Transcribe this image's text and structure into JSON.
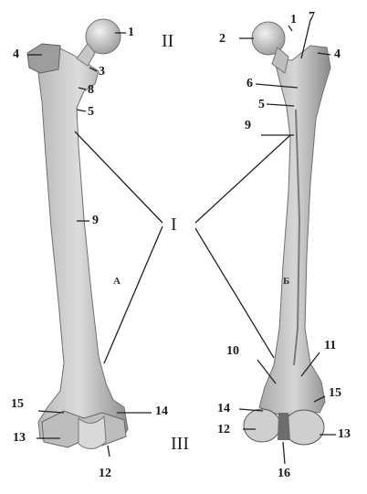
{
  "figure": {
    "roman_labels": {
      "I": "I",
      "II": "II",
      "III": "III"
    },
    "view_letters": {
      "A": "А",
      "B": "Б"
    },
    "left_labels": {
      "l1": "1",
      "l4": "4",
      "l3": "3",
      "l8": "8",
      "l5": "5",
      "l9": "9",
      "l15": "15",
      "l13": "13",
      "l14": "14",
      "l12": "12"
    },
    "right_labels": {
      "r1": "1",
      "r7": "7",
      "r2": "2",
      "r4": "4",
      "r6": "6",
      "r5": "5",
      "r9": "9",
      "r10": "10",
      "r11": "11",
      "r14": "14",
      "r15": "15",
      "r12": "12",
      "r13": "13",
      "r16": "16"
    }
  }
}
